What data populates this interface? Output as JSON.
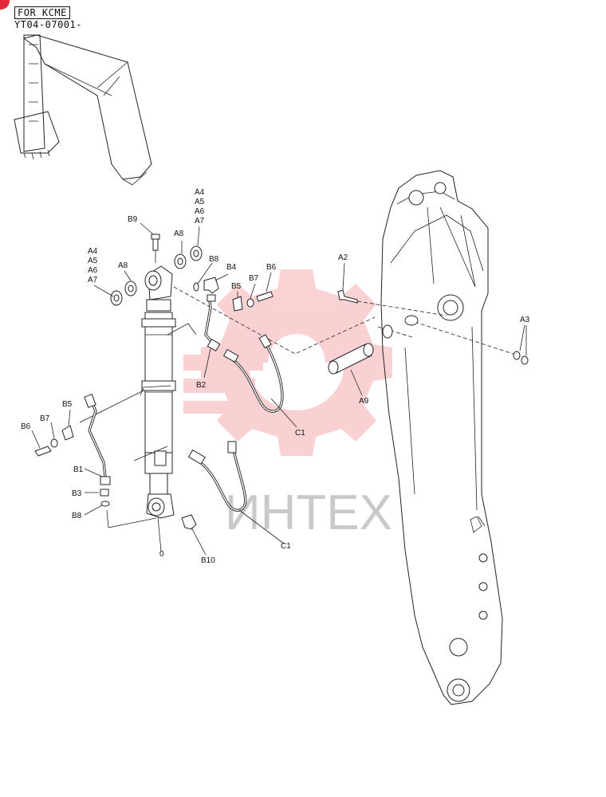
{
  "header": {
    "serial_box": "FOR KCME",
    "serial_range": "YT04-07001-"
  },
  "watermark": {
    "text": "ИНТЕХ",
    "color": "#e8333c"
  },
  "labels": {
    "b9": "B9",
    "a4_top": "A4",
    "a5_top": "A5",
    "a6_top": "A6",
    "a7_top": "A7",
    "a8_top": "A8",
    "b8_top": "B8",
    "b4": "B4",
    "b6_top": "B6",
    "b5_top": "B5",
    "b7_top": "B7",
    "a2": "A2",
    "a3": "A3",
    "a4_left": "A4",
    "a5_left": "A5",
    "a6_left": "A6",
    "a7_left": "A7",
    "a8_left": "A8",
    "b2": "B2",
    "c1_top": "C1",
    "a9": "A9",
    "b5_left": "B5",
    "b7_left": "B7",
    "b6_left": "B6",
    "b1": "B1",
    "b3": "B3",
    "b8_left": "B8",
    "zero": "0",
    "b10": "B10",
    "c1_bottom": "C1"
  }
}
